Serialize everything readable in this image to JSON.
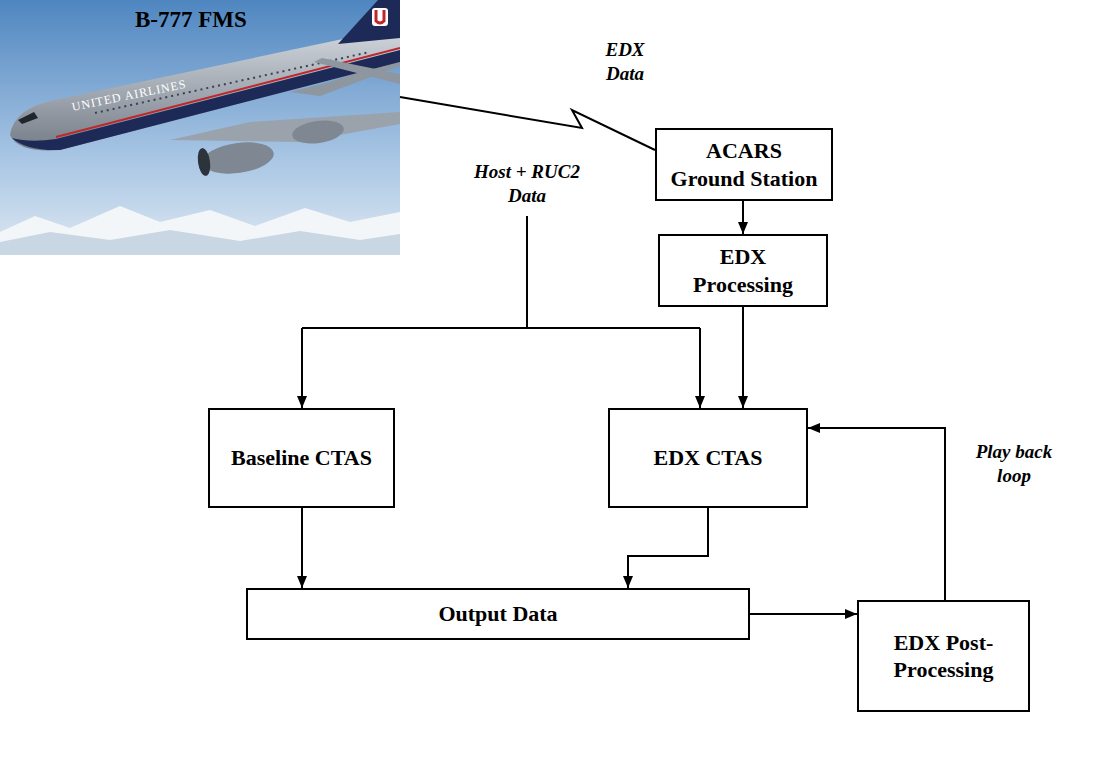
{
  "diagram": {
    "nodes": [
      {
        "text": [
          "B-777 FMS"
        ]
      },
      {
        "text": [
          "ACARS Ground Station"
        ]
      },
      {
        "text": [
          "EDX Processing"
        ]
      },
      {
        "text": [
          "Baseline CTAS"
        ]
      },
      {
        "text": [
          "EDX CTAS"
        ]
      },
      {
        "text": [
          "Output Data"
        ]
      },
      {
        "text": [
          "EDX Post-Processing"
        ]
      }
    ],
    "edges": [
      {
        "from": 0,
        "to": 1,
        "label": "EDX Data",
        "arrow": "none"
      },
      {
        "from": 1,
        "to": 2,
        "arrow": "to"
      },
      {
        "from": 2,
        "to": 4,
        "arrow": "to"
      },
      {
        "from": 3,
        "to": 5,
        "arrow": "to"
      },
      {
        "from": 4,
        "to": 5,
        "arrow": "to"
      },
      {
        "from": 5,
        "to": 6,
        "arrow": "to"
      },
      {
        "from": 6,
        "to": 4,
        "label": "Play back loop",
        "arrow": "to"
      }
    ],
    "labels": [
      "Host + RUC2 Data",
      "UNITED AIRLINES"
    ]
  }
}
